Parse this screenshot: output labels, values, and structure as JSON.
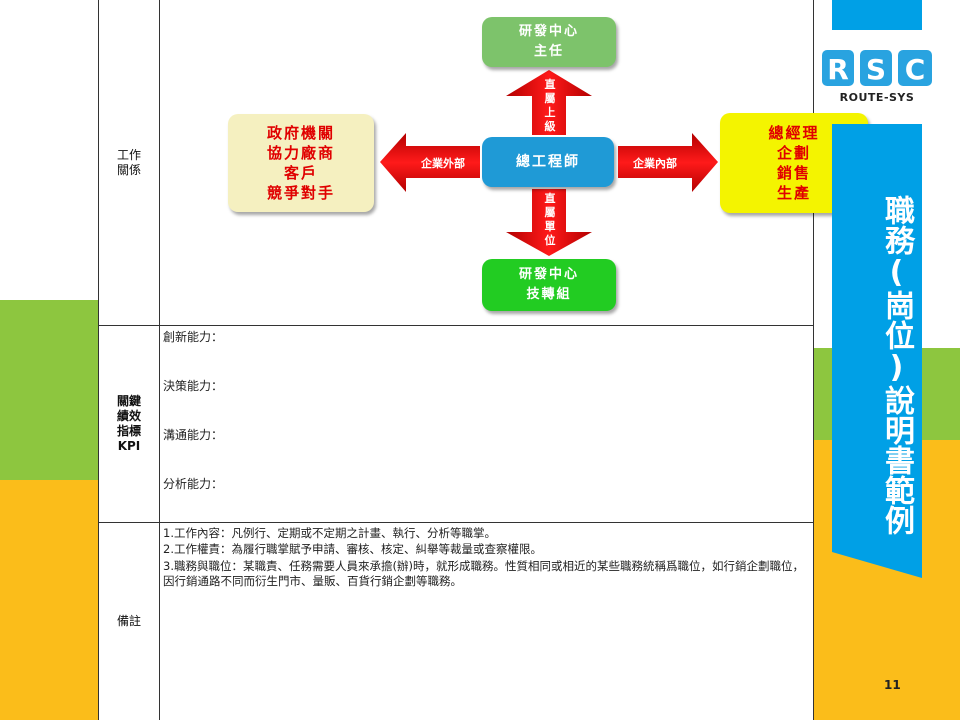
{
  "document": {
    "rows": {
      "relations": {
        "label": "工作\n關係",
        "top_box": [
          "研發中心",
          "主任"
        ],
        "center_box": "總工程師",
        "left_box": [
          "政府機關",
          "協力廠商",
          "客戶",
          "競爭對手"
        ],
        "right_box": [
          "總經理",
          "企劃",
          "銷售",
          "生產"
        ],
        "bottom_box": [
          "研發中心",
          "技轉組"
        ],
        "arrow_up_label": [
          "直",
          "屬",
          "上",
          "級"
        ],
        "arrow_down_label": [
          "直",
          "屬",
          "單",
          "位"
        ],
        "arrow_left_label": "企業外部",
        "arrow_right_label": "企業內部"
      },
      "kpi": {
        "label_lines": [
          "關鍵",
          "績效",
          "指標",
          "KPI"
        ],
        "items": [
          "創新能力：",
          "決策能力：",
          "溝通能力：",
          "分析能力："
        ]
      },
      "notes": {
        "label": "備註",
        "items": [
          "1.工作內容：凡例行、定期或不定期之計畫、執行、分析等職掌。",
          "2.工作權責：為履行職掌賦予申請、審核、核定、糾舉等裁量或查察權限。",
          "3.職務與職位：某職責、任務需要人員來承擔(辦)時，就形成職務。性質相同或相近的某些職務統稱爲職位，如行銷企劃職位，因行銷通路不同而衍生門市、量販、百貨行銷企劃等職務。"
        ]
      }
    }
  },
  "sidebar": {
    "logo_letters": "RSC",
    "logo_text": "ROUTE-SYS",
    "title": "職務(崗位)說明書範例"
  },
  "page_number": "11",
  "colors": {
    "accent_blue": "#00a0e6",
    "green": "#8dc63f",
    "yellow": "#fbbd1a",
    "arrow_red": "#e00000"
  }
}
